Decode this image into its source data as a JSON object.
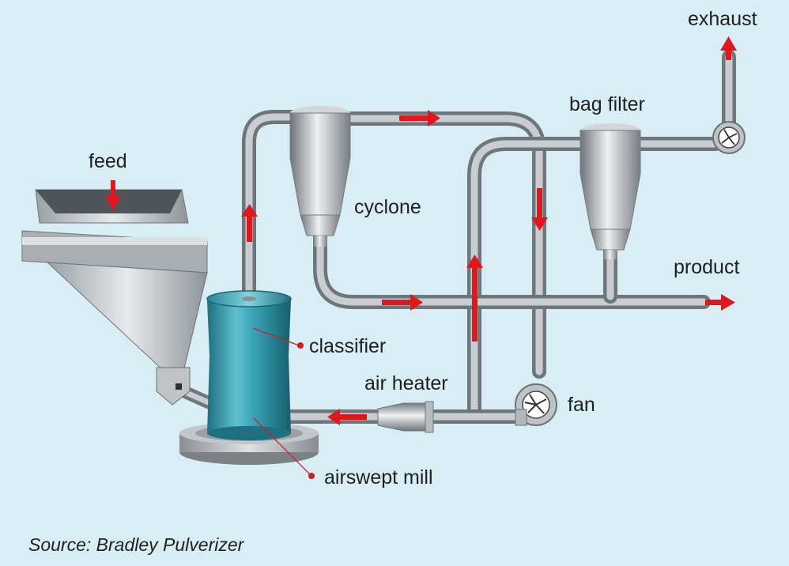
{
  "diagram": {
    "labels": {
      "feed": "feed",
      "cyclone": "cyclone",
      "bag_filter": "bag filter",
      "exhaust": "exhaust",
      "product": "product",
      "classifier": "classifier",
      "air_heater": "air heater",
      "fan": "fan",
      "airswept_mill": "airswept mill"
    },
    "source": "Source: Bradley Pulverizer",
    "colors": {
      "background": "#d8edf4",
      "pipe": "#9ea3a8",
      "flow_arrow": "#e0181e",
      "mill": "#2e8a9c",
      "label_dot": "#d01c22"
    }
  }
}
